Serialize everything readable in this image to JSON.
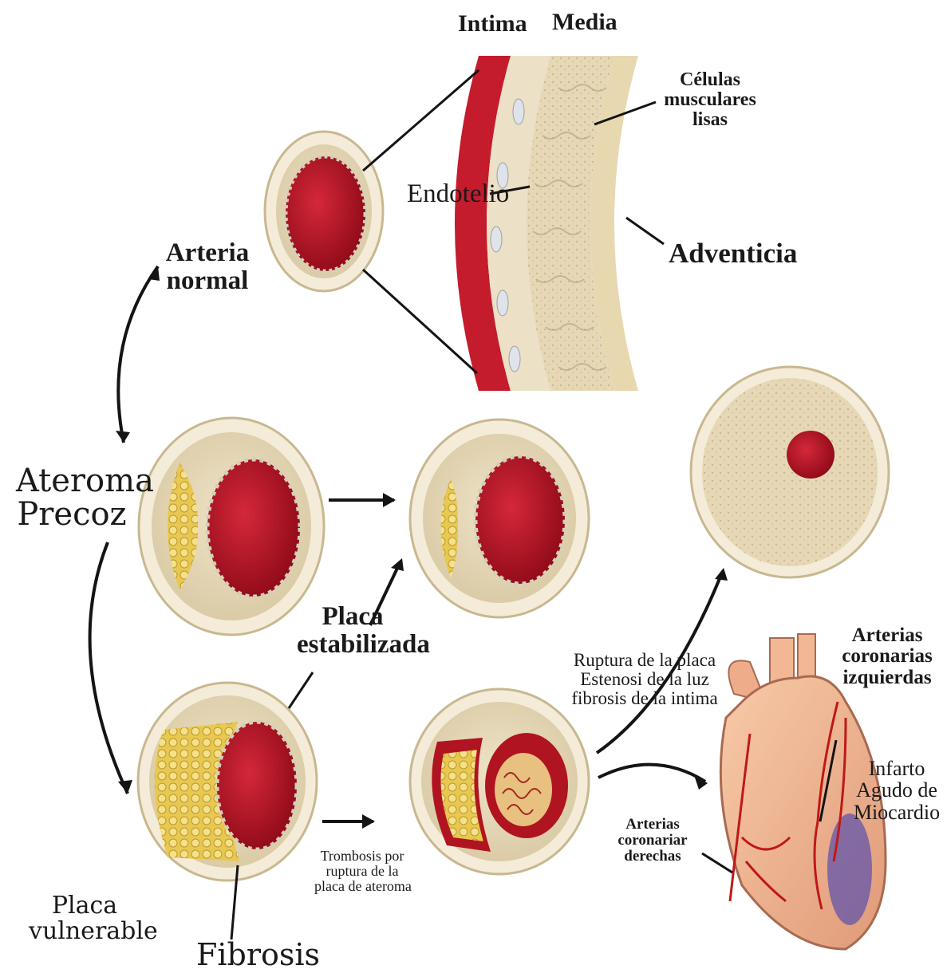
{
  "labels": {
    "intima": "Intima",
    "media": "Media",
    "celulas": [
      "Células",
      "musculares",
      "lisas"
    ],
    "endotelio": "Endotelio",
    "adventicia": "Adventicia",
    "arteria_normal": [
      "Arteria",
      "normal"
    ],
    "ateroma_precoz": [
      "Ateroma",
      "Precoz"
    ],
    "placa_estabilizada": [
      "Placa",
      "estabilizada"
    ],
    "ruptura": [
      "Ruptura de la placa",
      "Estenosi de la luz",
      "fibrosis de la intima"
    ],
    "arterias_izquierdas": [
      "Arterias",
      "coronarias",
      "izquierdas"
    ],
    "infarto": [
      "Infarto",
      "Agudo de",
      "Miocardio"
    ],
    "arterias_derechas": [
      "Arterias",
      "coronariar",
      "derechas"
    ],
    "trombosis": [
      "Trombosis por",
      "ruptura de la",
      "placa de ateroma"
    ],
    "placa_vulnerable": [
      "Placa",
      "vulnerable"
    ],
    "fibrosis": "Fibrosis"
  },
  "colors": {
    "lumen": "#b30f22",
    "vessel_wall": "#e8dcc0",
    "outer_rim": "#f4ecd8",
    "lipid_core": "#e8c850",
    "heart": "#f0b490",
    "infarct": "#6a5aa8",
    "artery_line": "#c01818"
  }
}
